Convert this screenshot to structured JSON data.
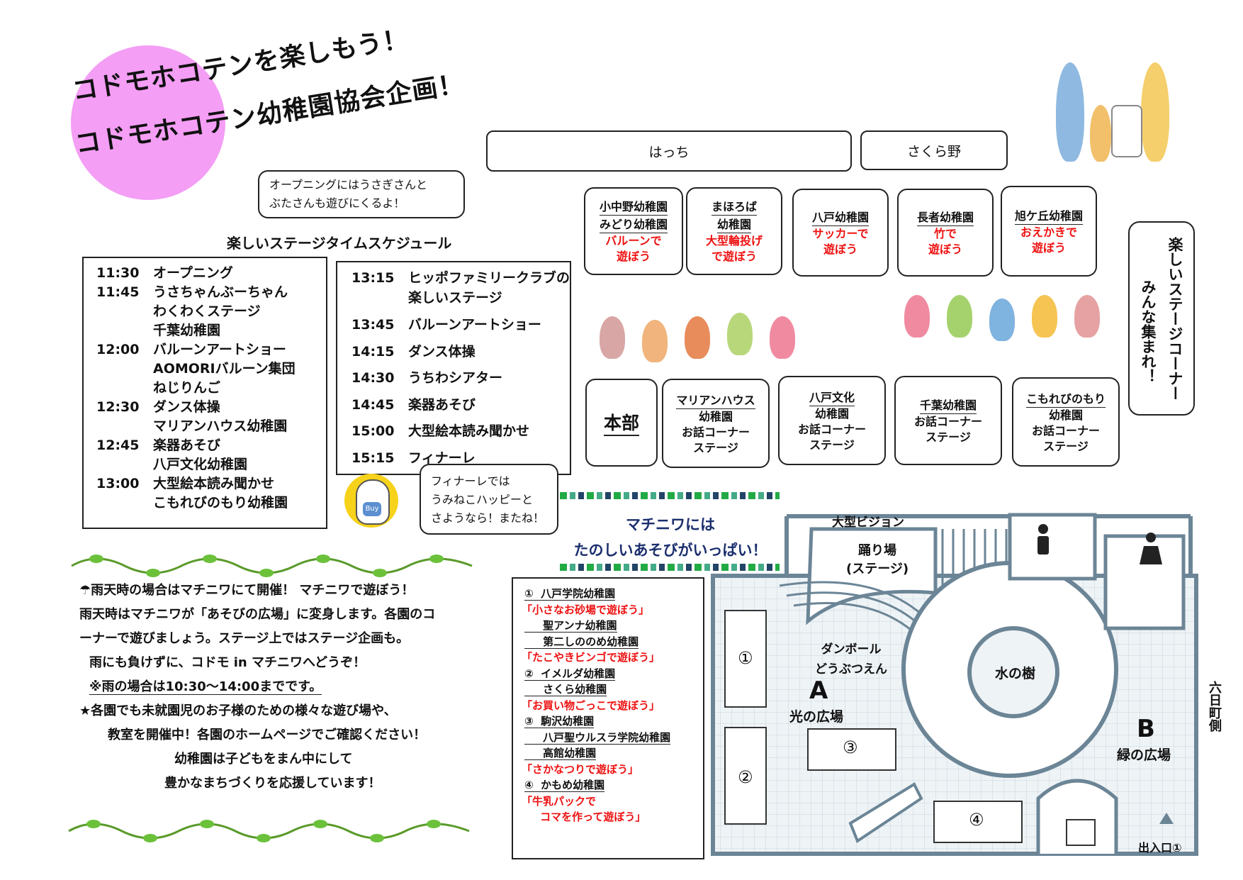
{
  "title": {
    "line1": "コドモホコテンを楽しもう！",
    "line2": "コドモホコテン幼稚園協会企画！"
  },
  "bubble_opening": {
    "line1": "オープニングにはうさぎさんと",
    "line2": "ぶたさんも遊びにくるよ！"
  },
  "schedule": {
    "heading": "楽しいステージタイムスケジュール",
    "left": [
      {
        "time": "11:30",
        "text": "オープニング"
      },
      {
        "time": "11:45",
        "text": "うさちゃんぶーちゃん"
      },
      {
        "time": "",
        "text": "わくわくステージ"
      },
      {
        "time": "",
        "text": "千葉幼稚園"
      },
      {
        "time": "12:00",
        "text": "バルーンアートショー"
      },
      {
        "time": "",
        "text": " AOMORIバルーン集団"
      },
      {
        "time": "",
        "text": " ねじりんご"
      },
      {
        "time": "12:30",
        "text": "ダンス体操"
      },
      {
        "time": "",
        "text": "マリアンハウス幼稚園"
      },
      {
        "time": "12:45",
        "text": "楽器あそび"
      },
      {
        "time": "",
        "text": "八戸文化幼稚園"
      },
      {
        "time": "13:00",
        "text": "大型絵本読み聞かせ"
      },
      {
        "time": "",
        "text": "こもれびのもり幼稚園"
      }
    ],
    "right": [
      {
        "time": "13:15",
        "text": "ヒッポファミリークラブの"
      },
      {
        "time": "",
        "text": "楽しいステージ"
      },
      {
        "time": "13:45",
        "text": "バルーンアートショー"
      },
      {
        "time": "14:15",
        "text": "ダンス体操"
      },
      {
        "time": "14:30",
        "text": "うちわシアター"
      },
      {
        "time": "14:45",
        "text": "楽器あそび"
      },
      {
        "time": "15:00",
        "text": "大型絵本読み聞かせ"
      },
      {
        "time": "15:15",
        "text": "フィナーレ"
      }
    ]
  },
  "bubble_finale": {
    "line1": "フィナーレでは",
    "line2": "うみねこハッピーと",
    "line3": "さようなら！またね！"
  },
  "mascot": {
    "badge": "Buy",
    "icon": "seagull-mascot-icon"
  },
  "map_top": {
    "shop1": "はっち",
    "shop2": "さくら野",
    "stage_corner": "楽しいステージコーナー",
    "gather": "みんな集まれ！",
    "row1": [
      {
        "name1": "小中野幼稚園",
        "name2": "みどり幼稚園",
        "red1": "バルーンで",
        "red2": "遊ぼう"
      },
      {
        "name1": "まほろば",
        "name2": "幼稚園",
        "red1": "大型輪投げ",
        "red2": "で遊ぼう"
      },
      {
        "name1": "八戸幼稚園",
        "name2": "",
        "red1": "サッカーで",
        "red2": "遊ぼう"
      },
      {
        "name1": "長者幼稚園",
        "name2": "",
        "red1": "竹で",
        "red2": "遊ぼう"
      },
      {
        "name1": "旭ケ丘幼稚園",
        "name2": "",
        "red1": "おえかきで",
        "red2": "遊ぼう"
      }
    ],
    "honbu": "本部",
    "row2": [
      {
        "name1": "マリアンハウス",
        "name2": "幼稚園",
        "l3": "お話コーナー",
        "l4": "ステージ"
      },
      {
        "name1": "八戸文化",
        "name2": "幼稚園",
        "l3": "お話コーナー",
        "l4": "ステージ"
      },
      {
        "name1": "千葉幼稚園",
        "name2": "お話コーナー",
        "l3": "ステージ",
        "l4": ""
      },
      {
        "name1": "こもれびのもり",
        "name2": "幼稚園",
        "l3": "お話コーナー",
        "l4": "ステージ"
      }
    ]
  },
  "info": {
    "l1": "☂雨天時の場合はマチニワにて開催！ マチニワで遊ぼう！",
    "l2": "雨天時はマチニワが「あそびの広場」に変身します。各園のコ",
    "l3": "ーナーで遊びましょう。ステージ上ではステージ企画も。",
    "l4": "雨にも負けずに、コドモ in マチニワへどうぞ！",
    "l5": "※雨の場合は10:30～14:00までです。",
    "l6": "★各園でも未就園児のお子様のための様々な遊び場や、",
    "l7": "教室を開催中！各園のホームページでご確認ください！",
    "l8": "幼稚園は子どもをまん中にして",
    "l9": "豊かなまちづくりを応援しています！"
  },
  "machiniwa": {
    "line1": "マチニワには",
    "line2": "たのしいあそびがいっぱい！"
  },
  "legend": [
    {
      "text": "①  八戸学院幼稚園",
      "red": false,
      "ul": true
    },
    {
      "text": "「小さなお砂場で遊ぼう」",
      "red": true,
      "ul": false
    },
    {
      "text": "     聖アンナ幼稚園",
      "red": false,
      "ul": true
    },
    {
      "text": "     第二しののめ幼稚園",
      "red": false,
      "ul": true
    },
    {
      "text": "「たこやきビンゴで遊ぼう」",
      "red": true,
      "ul": false
    },
    {
      "text": "②  イメルダ幼稚園",
      "red": false,
      "ul": true
    },
    {
      "text": "     さくら幼稚園",
      "red": false,
      "ul": true
    },
    {
      "text": "「お買い物ごっこで遊ぼう」",
      "red": true,
      "ul": false
    },
    {
      "text": "③  駒沢幼稚園",
      "red": false,
      "ul": true
    },
    {
      "text": "     八戸聖ウルスラ学院幼稚園",
      "red": false,
      "ul": true
    },
    {
      "text": "     高館幼稚園",
      "red": false,
      "ul": true
    },
    {
      "text": "「さかなつりで遊ぼう」",
      "red": true,
      "ul": false
    },
    {
      "text": "④  かもめ幼稚園",
      "red": false,
      "ul": true
    },
    {
      "text": "「牛乳パックで",
      "red": true,
      "ul": false
    },
    {
      "text": "     コマを作って遊ぼう」",
      "red": true,
      "ul": false
    }
  ],
  "floor": {
    "vision": "大型ビジョン",
    "stage1": "踊り場",
    "stage2": "(ステージ)",
    "danball1": "ダンボール",
    "danball2": "どうぶつえん",
    "tree": "水の樹",
    "a_letter": "A",
    "a_name": "光の広場",
    "b_letter": "B",
    "b_name": "緑の広場",
    "n1": "①",
    "n2": "②",
    "n3": "③",
    "n4": "④",
    "side": "六日町側",
    "exit": "出入口①"
  }
}
